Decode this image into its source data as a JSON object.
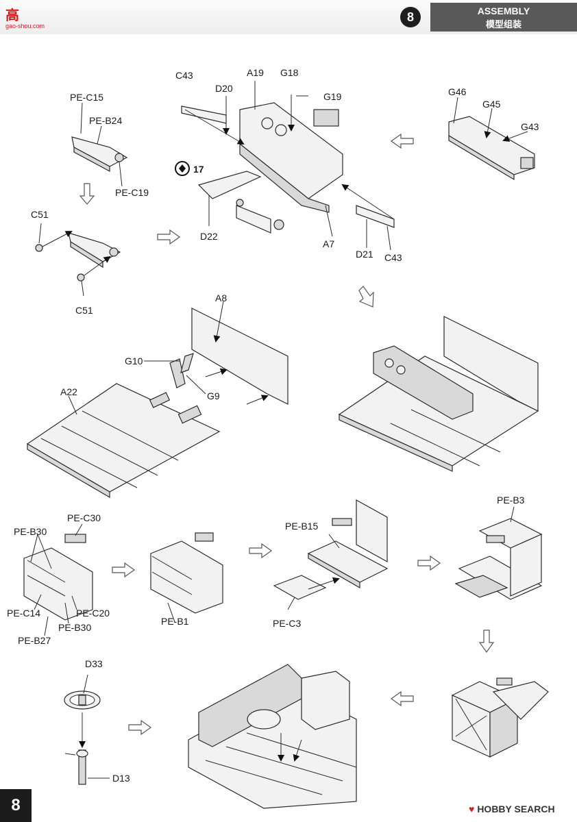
{
  "header": {
    "logo_text": "高",
    "logo_sub": "gao-shou.com",
    "step_number": "8",
    "assembly_en": "ASSEMBLY",
    "assembly_zh": "模型组装"
  },
  "labels": {
    "pe_c15": "PE-C15",
    "pe_b24": "PE-B24",
    "pe_c19": "PE-C19",
    "c51_a": "C51",
    "c51_b": "C51",
    "c43_a": "C43",
    "d20": "D20",
    "a19": "A19",
    "g18": "G18",
    "g19": "G19",
    "ref_17": "17",
    "d22": "D22",
    "a7": "A7",
    "d21": "D21",
    "c43_b": "C43",
    "g46": "G46",
    "g45": "G45",
    "g43": "G43",
    "a8": "A8",
    "g10": "G10",
    "g9": "G9",
    "a22": "A22",
    "pe_b30_a": "PE-B30",
    "pe_c30": "PE-C30",
    "pe_c14": "PE-C14",
    "pe_c20": "PE-C20",
    "pe_b30_b": "PE-B30",
    "pe_b27": "PE-B27",
    "pe_b1": "PE-B1",
    "pe_b15": "PE-B15",
    "pe_c3": "PE-C3",
    "pe_b3": "PE-B3",
    "d33": "D33",
    "d13": "D13"
  },
  "footer": {
    "page_number": "8",
    "brand": "HOBBY SEARCH"
  }
}
